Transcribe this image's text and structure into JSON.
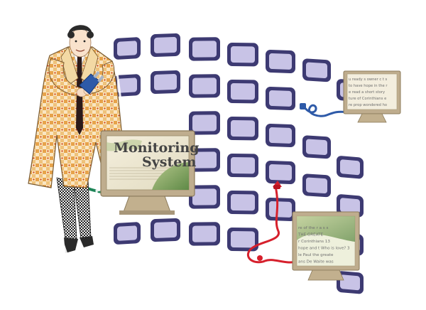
{
  "main_monitor": {
    "title_line1": "Monitoring",
    "title_line2": "System"
  },
  "monitor_top_right": {
    "lines": [
      "u ready s  owner c  t s",
      "to have hope in the r",
      "e read a short story",
      "ture of Corinthians e",
      "re prop wondered ho"
    ]
  },
  "monitor_bottom_right": {
    "lines": [
      "re of the r   a s s",
      "THE GREATE",
      "   r Corinthians 13",
      "hope and t Who is love? 3",
      "le      Paul the greate",
      "ans        De Waite was"
    ]
  },
  "colors": {
    "screen_tile": "#c8c3e6",
    "screen_border": "#3d3a72",
    "cardboard": "#bfad8e",
    "green_cable": "#1d8457",
    "red_cable": "#d6202c",
    "blue_cable": "#2e5aa8"
  },
  "icons": {
    "person": "man-in-checkered-coat-icon",
    "plug": "blue-power-plug-icon"
  }
}
